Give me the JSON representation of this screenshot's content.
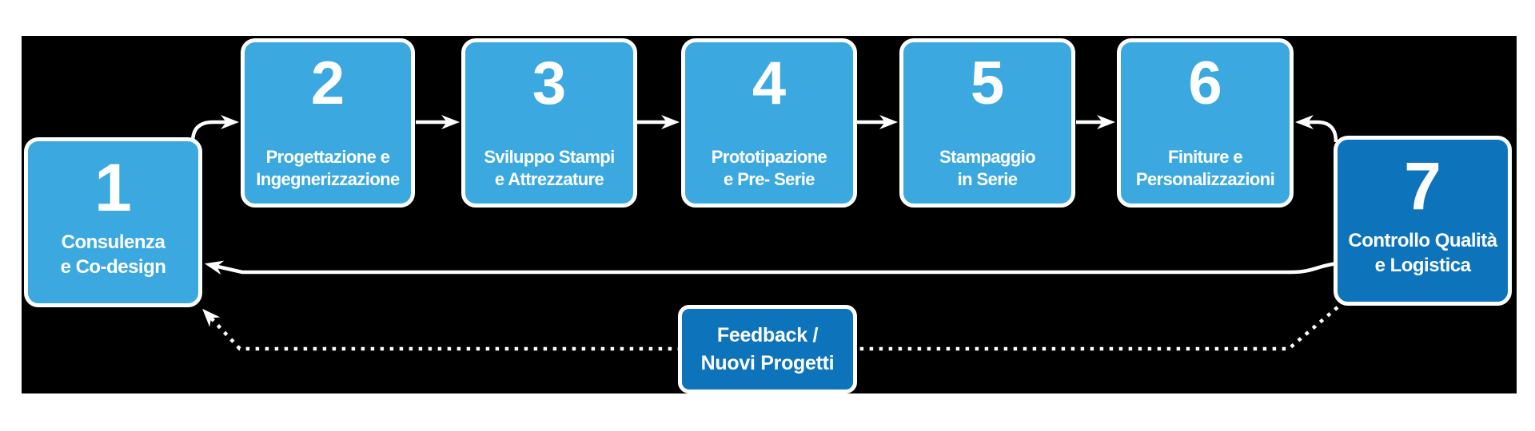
{
  "diagram": {
    "colors": {
      "background": "#000000",
      "box_light_blue": "#3BA9DF",
      "box_dark_blue": "#0D74BB",
      "border": "#FFFFFF",
      "arrow": "#FFFFFF",
      "text": "#FFFFFF"
    },
    "steps": [
      {
        "number": "1",
        "line1": "Consulenza",
        "line2": "e Co-design"
      },
      {
        "number": "2",
        "line1": "Progettazione e",
        "line2": "Ingegnerizzazione"
      },
      {
        "number": "3",
        "line1": "Sviluppo Stampi",
        "line2": "e Attrezzature"
      },
      {
        "number": "4",
        "line1": "Prototipazione",
        "line2": "e Pre- Serie"
      },
      {
        "number": "5",
        "line1": "Stampaggio",
        "line2": "in Serie"
      },
      {
        "number": "6",
        "line1": "Finiture e",
        "line2": "Personalizzazioni"
      },
      {
        "number": "7",
        "line1": "Controllo Qualità",
        "line2": "e Logistica"
      }
    ],
    "feedback": {
      "line1": "Feedback /",
      "line2": "Nuovi Progetti"
    },
    "edges": [
      {
        "from": "1",
        "to": "2",
        "style": "solid"
      },
      {
        "from": "2",
        "to": "3",
        "style": "solid"
      },
      {
        "from": "3",
        "to": "4",
        "style": "solid"
      },
      {
        "from": "4",
        "to": "5",
        "style": "solid"
      },
      {
        "from": "5",
        "to": "6",
        "style": "solid"
      },
      {
        "from": "7",
        "to": "6",
        "style": "solid"
      },
      {
        "from": "7",
        "to": "1",
        "style": "solid"
      },
      {
        "from": "7",
        "to": "1",
        "style": "dotted",
        "via": "Feedback / Nuovi Progetti"
      }
    ]
  }
}
